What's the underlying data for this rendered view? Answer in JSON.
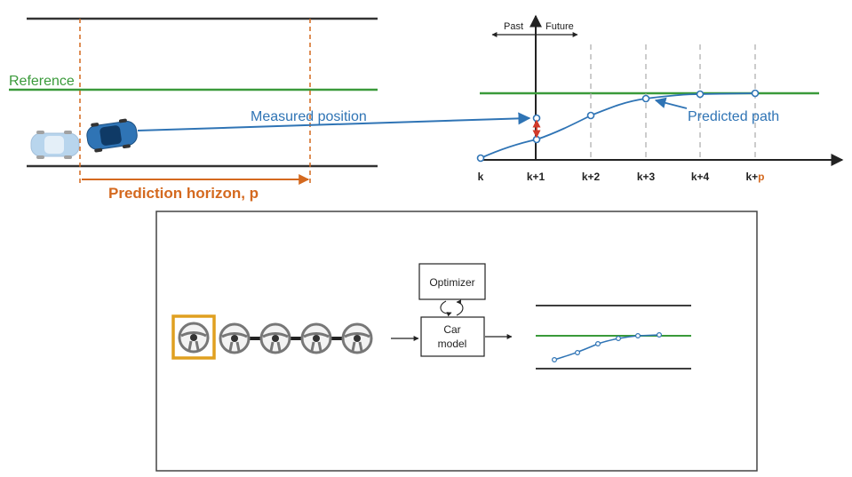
{
  "road": {
    "reference_label": "Reference",
    "horizon_label": "Prediction horizon, p",
    "measured_label": "Measured position"
  },
  "plot": {
    "past_label": "Past",
    "future_label": "Future",
    "predicted_label": "Predicted path",
    "ticks": [
      {
        "base": "k",
        "accent": ""
      },
      {
        "base": "k+1",
        "accent": ""
      },
      {
        "base": "k+2",
        "accent": ""
      },
      {
        "base": "k+3",
        "accent": ""
      },
      {
        "base": "k+4",
        "accent": ""
      },
      {
        "base": "k+",
        "accent": "p"
      }
    ]
  },
  "panel": {
    "optimizer_label": "Optimizer",
    "car_model_line1": "Car",
    "car_model_line2": "model"
  },
  "colors": {
    "orange": "#d4691f",
    "green": "#3a9a3a",
    "blue": "#2f74b5",
    "red": "#d23a2a",
    "gold": "#e0a020",
    "dark": "#222222"
  }
}
